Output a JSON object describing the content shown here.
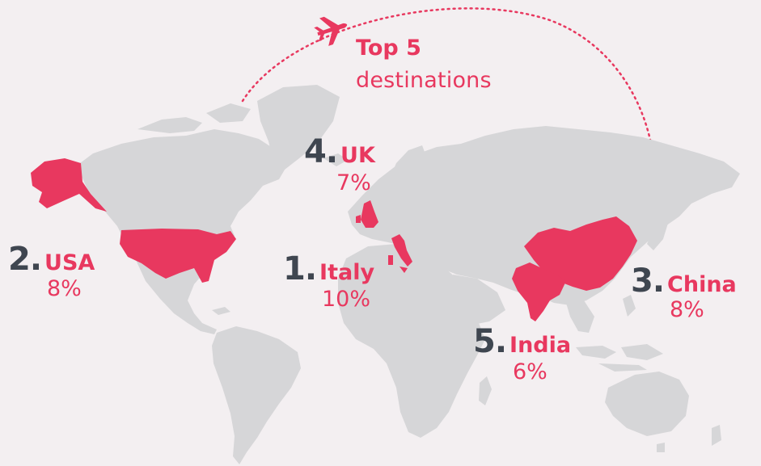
{
  "title": {
    "bold": "Top 5",
    "light": "destinations"
  },
  "colors": {
    "background": "#f3eff1",
    "land": "#d6d6d8",
    "highlight": "#e8385f",
    "rank_text": "#3f4650"
  },
  "icons": {
    "plane": "airplane-icon"
  },
  "destinations": [
    {
      "rank": "1.",
      "country": "Italy",
      "share": "10%"
    },
    {
      "rank": "2.",
      "country": "USA",
      "share": "8%"
    },
    {
      "rank": "3.",
      "country": "China",
      "share": "8%"
    },
    {
      "rank": "4.",
      "country": "UK",
      "share": "7%"
    },
    {
      "rank": "5.",
      "country": "India",
      "share": "6%"
    }
  ]
}
